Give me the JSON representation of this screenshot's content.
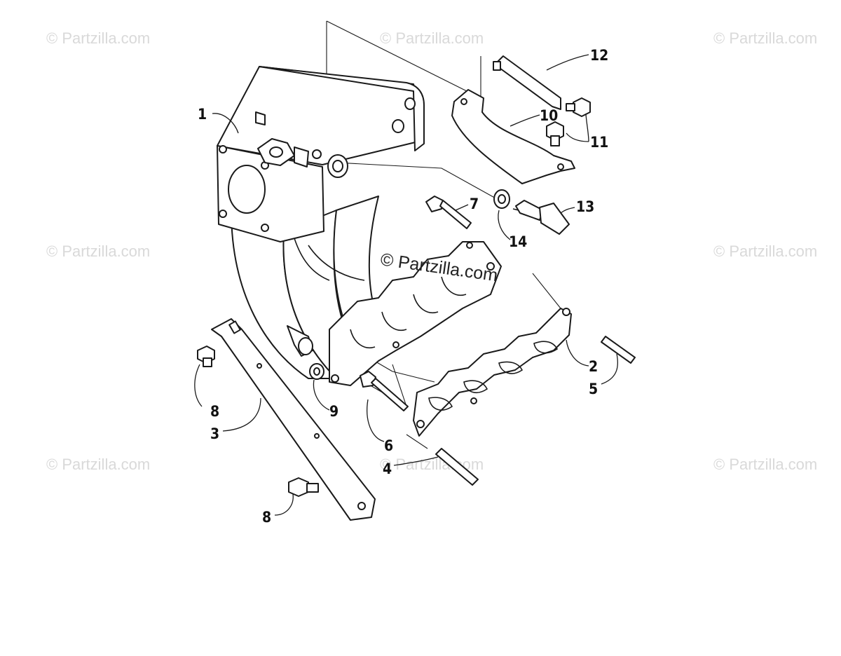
{
  "diagram": {
    "callouts": [
      {
        "id": "c1",
        "label": "1"
      },
      {
        "id": "c2",
        "label": "2"
      },
      {
        "id": "c3",
        "label": "3"
      },
      {
        "id": "c4",
        "label": "4"
      },
      {
        "id": "c5",
        "label": "5"
      },
      {
        "id": "c6",
        "label": "6"
      },
      {
        "id": "c7",
        "label": "7"
      },
      {
        "id": "c8a",
        "label": "8"
      },
      {
        "id": "c8b",
        "label": "8"
      },
      {
        "id": "c9",
        "label": "9"
      },
      {
        "id": "c10",
        "label": "10"
      },
      {
        "id": "c11",
        "label": "11"
      },
      {
        "id": "c12",
        "label": "12"
      },
      {
        "id": "c13",
        "label": "13"
      },
      {
        "id": "c14",
        "label": "14"
      }
    ],
    "watermark": "© Partzilla.com",
    "center_watermark": "© Partzilla.com"
  }
}
